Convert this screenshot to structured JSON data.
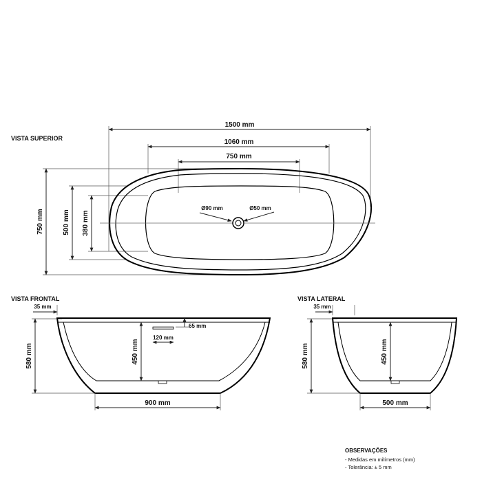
{
  "views": {
    "top": {
      "title": "VISTA SUPERIOR",
      "dim_length": "1500 mm",
      "dim_inner_length": "1060 mm",
      "dim_basin_length": "750 mm",
      "dim_width": "750 mm",
      "dim_inner_width": "500 mm",
      "dim_basin_width": "380 mm",
      "dim_drain_left": "Ø90 mm",
      "dim_drain_right": "Ø50 mm"
    },
    "front": {
      "title": "VISTA FRONTAL",
      "dim_rim": "35 mm",
      "dim_height": "580 mm",
      "dim_depth": "450 mm",
      "dim_overflow_height": "65 mm",
      "dim_overflow_width": "120 mm",
      "dim_base": "900 mm"
    },
    "side": {
      "title": "VISTA LATERAL",
      "dim_rim": "35 mm",
      "dim_height": "580 mm",
      "dim_depth": "450 mm",
      "dim_base": "500 mm"
    }
  },
  "notes": {
    "title": "OBSERVAÇÕES",
    "items": [
      "- Medidas em milímetros (mm)",
      "- Tolerância: ± 5 mm"
    ]
  }
}
